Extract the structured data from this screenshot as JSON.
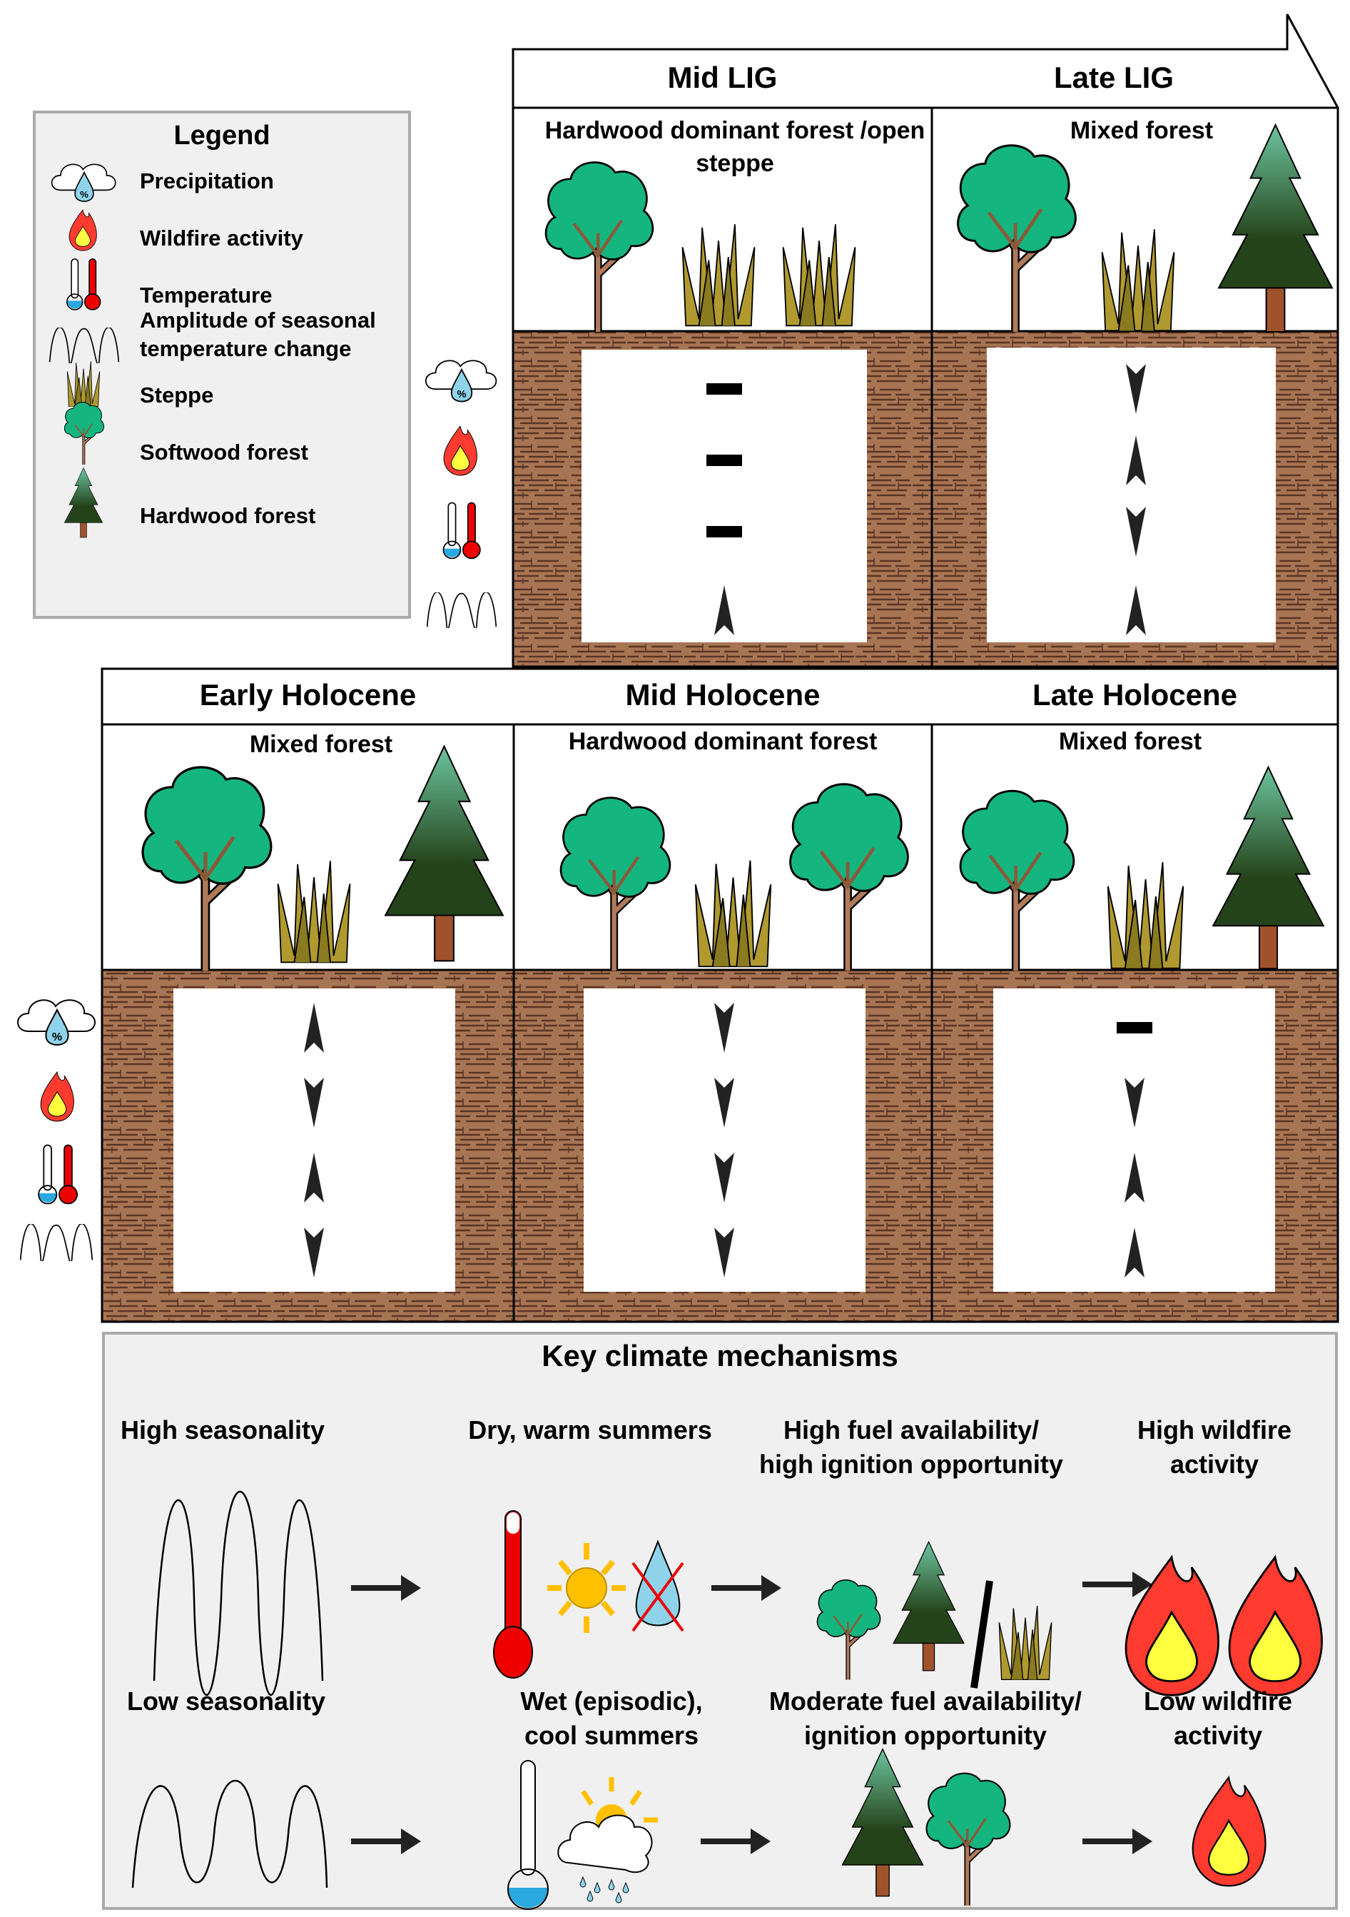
{
  "legend": {
    "title": "Legend",
    "items": [
      {
        "icon": "precipitation-icon",
        "label": "Precipitation"
      },
      {
        "icon": "wildfire-icon",
        "label": "Wildfire activity"
      },
      {
        "icon": "temperature-icon",
        "label": "Temperature"
      },
      {
        "icon": "seasonal-wave-icon",
        "label": "Amplitude of seasonal temperature change"
      },
      {
        "icon": "steppe-icon",
        "label": "Steppe"
      },
      {
        "icon": "softwood-tree-icon",
        "label": "Softwood forest"
      },
      {
        "icon": "hardwood-tree-icon",
        "label": "Hardwood forest"
      }
    ]
  },
  "periods": [
    {
      "name": "Mid LIG",
      "vegetation": "Hardwood dominant forest /open steppe",
      "trends": [
        "none",
        "none",
        "none",
        "up"
      ]
    },
    {
      "name": "Late LIG",
      "vegetation": "Mixed forest",
      "trends": [
        "down",
        "up",
        "down",
        "up"
      ]
    },
    {
      "name": "Early Holocene",
      "vegetation": "Mixed forest",
      "trends": [
        "up",
        "down",
        "up",
        "down"
      ]
    },
    {
      "name": "Mid Holocene",
      "vegetation": "Hardwood dominant forest",
      "trends": [
        "down",
        "down",
        "down",
        "down"
      ]
    },
    {
      "name": "Late Holocene",
      "vegetation": "Mixed forest",
      "trends": [
        "none",
        "down",
        "up",
        "up"
      ]
    }
  ],
  "key": {
    "title": "Key climate mechanisms",
    "high": [
      "High seasonality",
      "Dry, warm summers",
      "High fuel availability/ high ignition opportunity",
      "High wildfire activity"
    ],
    "low": [
      "Low seasonality",
      "Wet (episodic), cool summers",
      "Moderate fuel availability/ ignition opportunity",
      "Low wildfire activity"
    ]
  },
  "colors": {
    "soil": "#a87554",
    "softwood": "#15b57f",
    "hardwood_top": "#66c29a",
    "hardwood_bottom": "#25431a",
    "steppe": "#b09a30",
    "fire_outer": "#ff3b30",
    "fire_inner": "#ffff40",
    "key_bg": "#f0f0f0"
  }
}
